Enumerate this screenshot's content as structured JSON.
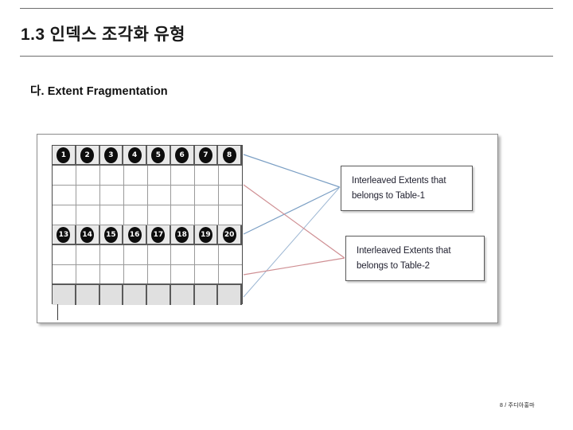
{
  "header": {
    "title": "1.3  인덱스 조각화 유형",
    "subtitle": "다. Extent Fragmentation"
  },
  "diagram": {
    "grid": {
      "columns": 8,
      "rows": [
        {
          "type": "numbered",
          "cells": [
            "1",
            "2",
            "3",
            "4",
            "5",
            "6",
            "7",
            "8"
          ]
        },
        {
          "type": "empty",
          "cells": [
            "",
            "",
            "",
            "",
            "",
            "",
            "",
            ""
          ]
        },
        {
          "type": "empty",
          "cells": [
            "",
            "",
            "",
            "",
            "",
            "",
            "",
            ""
          ]
        },
        {
          "type": "empty",
          "cells": [
            "",
            "",
            "",
            "",
            "",
            "",
            "",
            ""
          ]
        },
        {
          "type": "numbered",
          "cells": [
            "13",
            "14",
            "15",
            "16",
            "17",
            "18",
            "19",
            "20"
          ]
        },
        {
          "type": "empty",
          "cells": [
            "",
            "",
            "",
            "",
            "",
            "",
            "",
            ""
          ]
        },
        {
          "type": "empty",
          "cells": [
            "",
            "",
            "",
            "",
            "",
            "",
            "",
            ""
          ]
        },
        {
          "type": "shaded",
          "cells": [
            "",
            "",
            "",
            "",
            "",
            "",
            "",
            ""
          ]
        }
      ]
    },
    "labels": [
      {
        "id": "table-1",
        "line1": "Interleaved Extents that",
        "line2": "belongs to Table-1"
      },
      {
        "id": "table-2",
        "line1": "Interleaved Extents that",
        "line2": "belongs to Table-2"
      }
    ],
    "connector_colors": {
      "table1": "#7b9fc4",
      "table2": "#cf8f93"
    }
  },
  "footer": {
    "page_info": "8 / 주디아홍마"
  }
}
